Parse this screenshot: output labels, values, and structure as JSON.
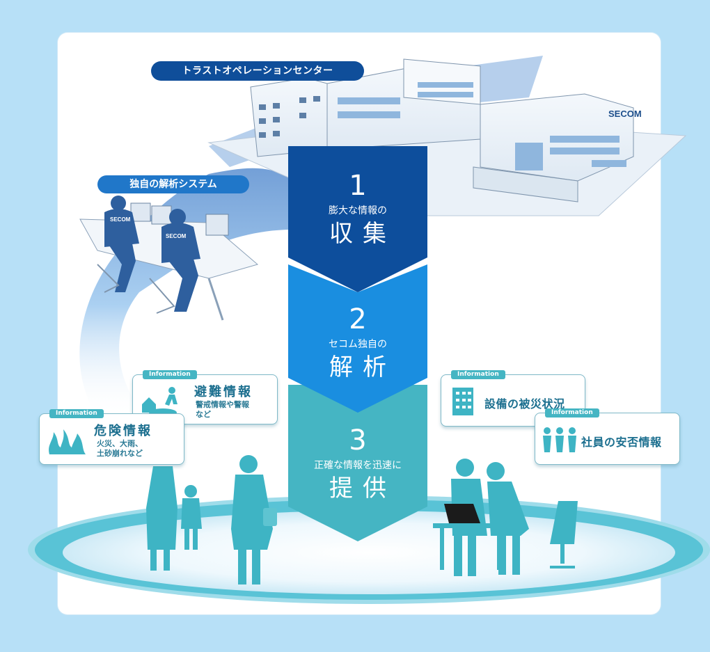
{
  "headquarters": {
    "label": "トラストオペレーションセンター",
    "logo_text": "SECOM"
  },
  "analysis_system": {
    "label": "独自の解析システム",
    "uniform_text": "SECOM"
  },
  "steps": [
    {
      "number": "1",
      "subtitle": "膨大な情報の",
      "title": "収集",
      "color": "#0d4e9c"
    },
    {
      "number": "2",
      "subtitle": "セコム独自の",
      "title": "解析",
      "color": "#1a8ee0"
    },
    {
      "number": "3",
      "subtitle": "正確な情報を迅速に",
      "title": "提供",
      "color": "#45b5c3"
    }
  ],
  "info_cards": {
    "tag": "Information",
    "evacuation": {
      "title": "避難情報",
      "description": [
        "警戒情報や警報",
        "など"
      ]
    },
    "danger": {
      "title": "危険情報",
      "description": [
        "火災、大雨、",
        "土砂崩れなど"
      ]
    },
    "facility": {
      "title": "設備の被災状況"
    },
    "employees": {
      "title": "社員の安否情報"
    }
  },
  "colors": {
    "background": "#b7e0f7",
    "panel": "#ffffff",
    "people": "#3eb4c4",
    "accent_dark": "#0f4e9a"
  }
}
